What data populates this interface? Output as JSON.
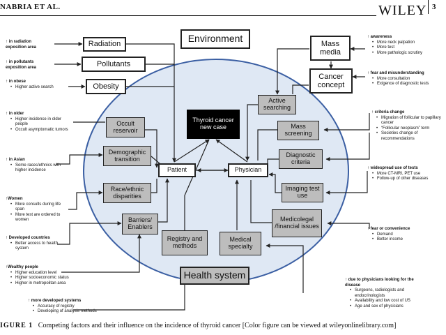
{
  "header": {
    "left": "NABRIA ET AL.",
    "publisher": "WILEY",
    "page": "3"
  },
  "boxes": {
    "environment": "Environment",
    "health_system": "Health system",
    "thyroid": "Thyroid cancer new case",
    "radiation": "Radiation",
    "pollutants": "Pollutants",
    "obesity": "Obesity",
    "mass_media": "Mass media",
    "cancer_concept": "Cancer concept",
    "occult": "Occult reservoir",
    "demographic": "Demographic transition",
    "race": "Race/ethnic disparities",
    "barriers": "Barriers/ Enablers",
    "patient": "Patient",
    "physician": "Physician",
    "active": "Active searching",
    "mass_screening": "Mass screening",
    "diagnostic": "Diagnostic criteria",
    "imaging": "Imaging test use",
    "medicolegal": "Medicolegal /financial issues",
    "registry": "Registry and methods",
    "medical_specialty": "Medical specialty"
  },
  "notes": {
    "radiation": {
      "head": "↑ in radiation exposition area",
      "items": []
    },
    "pollutants": {
      "head": "↑ in pollutants exposition area",
      "items": []
    },
    "obese": {
      "head": "↑ in obese",
      "items": [
        "Higher active search"
      ]
    },
    "older": {
      "head": "↑ in older",
      "items": [
        "Higher incidence in older people",
        "Occult asymptomatic tumors"
      ]
    },
    "asian": {
      "head": "↑ in Asian",
      "items": [
        "Some races/ethnics with higher incidence"
      ]
    },
    "women": {
      "head": "↑Women",
      "items": [
        "More consults during life span",
        "More test are ordered to women"
      ]
    },
    "developed_countries": {
      "head": "↑ Developed countries",
      "items": [
        "Better access to health system"
      ]
    },
    "wealthy": {
      "head": "↑Wealthy people",
      "items": [
        "Higher education level",
        "Higher socioeconomic status",
        "Higher in metropolitan area"
      ]
    },
    "developed_systems": {
      "head": "↑ more developed systems",
      "items": [
        "Accuracy of registry",
        "Developing of analysis methods"
      ]
    },
    "awareness": {
      "head": "↑ awareness",
      "items": [
        "More neck palpation",
        "More test",
        "More pathologic scrutiny"
      ]
    },
    "fear_misunderstanding": {
      "head": "↑ fear and misunderstanding",
      "items": [
        "More consultation",
        "Exigence of diagnostic tests"
      ]
    },
    "criteria": {
      "head": "↑ criteria change",
      "items": [
        "Migration of follicular to papillary cancer",
        "“Follicular neoplasm” term",
        "Societies change of recommendations"
      ]
    },
    "widespread": {
      "head": "↑ widespread use of tests",
      "items": [
        "More CT-MRI, PET use",
        "Follow-up of other diseases"
      ]
    },
    "fear_convenience": {
      "head": "↑ fear or convenience",
      "items": [
        "Demand",
        "Better income"
      ]
    },
    "physicians_due": {
      "head": "↑ due to physicians looking for the disease",
      "items": [
        "Surgeons, radiologists and endocrinologists",
        "Availability and low cost of US",
        "Age and sex of physicians"
      ]
    }
  },
  "caption": {
    "label": "IGURE 1",
    "text": "Competing factors and their influence on the incidence of thyroid cancer [Color figure can be viewed at wileyonlinelibrary.com]"
  }
}
